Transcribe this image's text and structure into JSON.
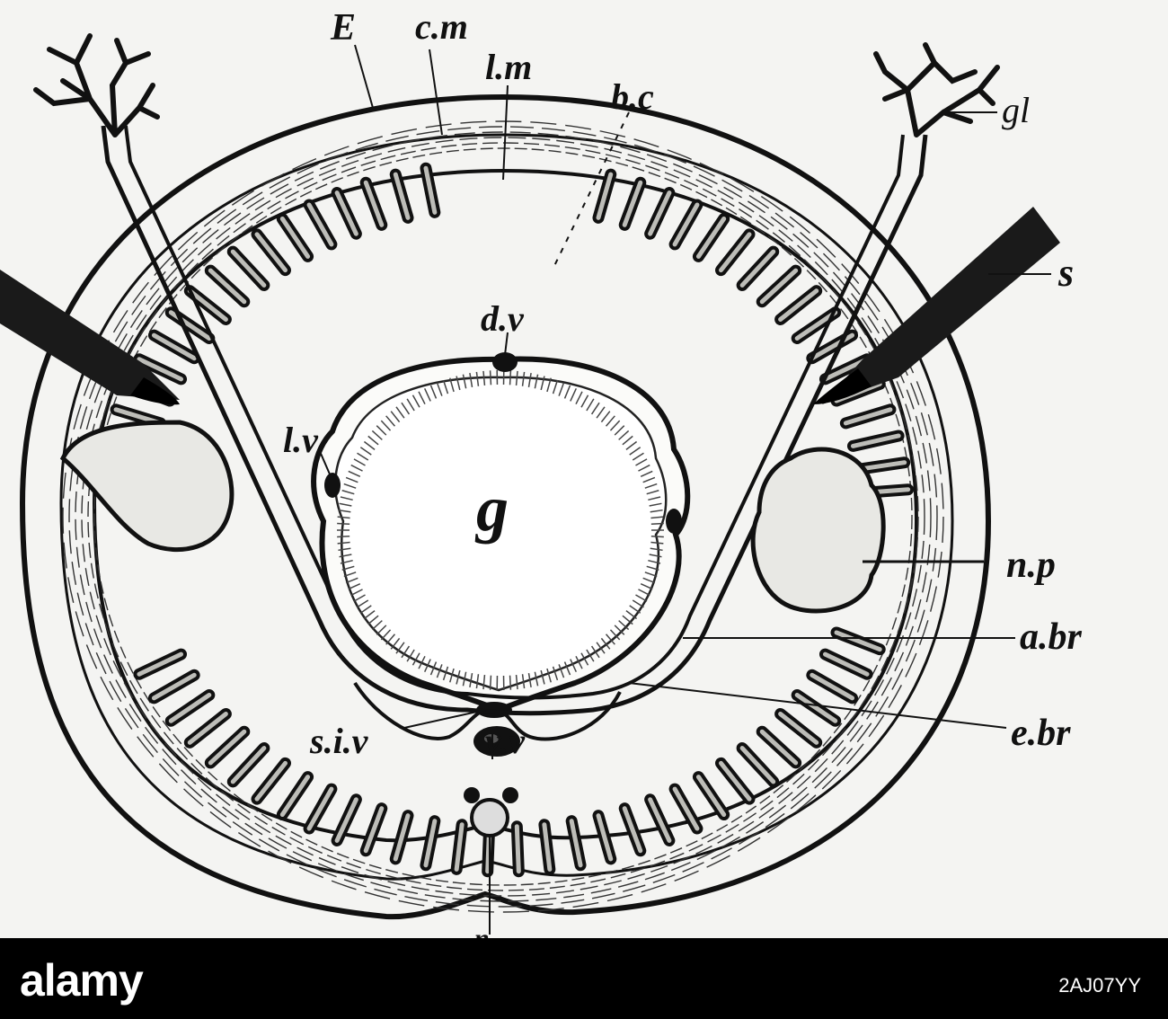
{
  "labels": {
    "E": "E",
    "cm": "c.m",
    "lm": "l.m",
    "bc": "b.c",
    "gl": "gl",
    "s": "s",
    "dv": "d.v",
    "lv": "l.v",
    "g": "g",
    "np": "n.p",
    "abr": "a.br",
    "ebr": "e.br",
    "siv": "s.i.v",
    "vv": "v.v",
    "n": "n"
  },
  "footer": {
    "brand": "alamy",
    "image_id": "2AJ07YY"
  },
  "colors": {
    "ink": "#111111",
    "paper": "#f4f4f2",
    "bar": "#000000"
  }
}
